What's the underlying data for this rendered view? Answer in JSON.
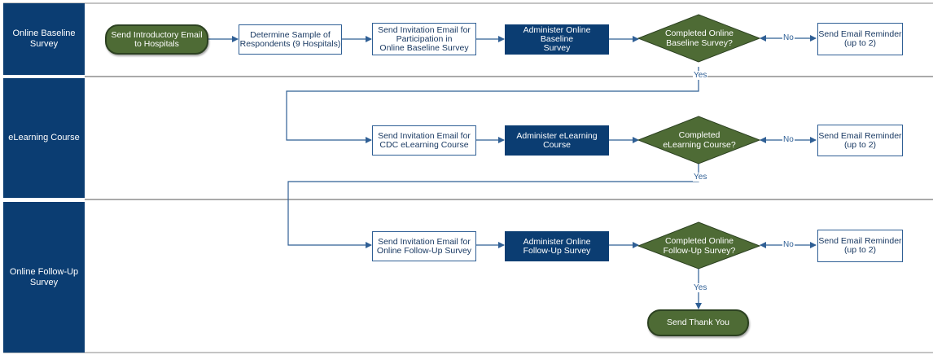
{
  "lanes": [
    {
      "label": "Online Baseline\nSurvey"
    },
    {
      "label": "eLearning Course"
    },
    {
      "label": "Online Follow-Up\nSurvey"
    }
  ],
  "nodes": {
    "start": "Send Introductory Email\nto Hospitals",
    "sample": "Determine Sample of\nRespondents (9 Hospitals)",
    "invite_baseline": "Send Invitation Email for\nParticipation in\nOnline Baseline Survey",
    "admin_baseline": "Administer Online Baseline\nSurvey",
    "decision_baseline": "Completed Online\nBaseline Survey?",
    "reminder_baseline": "Send Email Reminder\n(up to 2)",
    "invite_elearning": "Send Invitation Email for\nCDC eLearning Course",
    "admin_elearning": "Administer eLearning\nCourse",
    "decision_elearning": "Completed\neLearning Course?",
    "reminder_elearning": "Send Email Reminder\n(up to 2)",
    "invite_followup": "Send Invitation Email for\nOnline Follow-Up Survey",
    "admin_followup": "Administer Online\nFollow-Up Survey",
    "decision_followup": "Completed Online\nFollow-Up Survey?",
    "reminder_followup": "Send Email Reminder\n(up to 2)",
    "end": "Send Thank You"
  },
  "edge_labels": {
    "no_baseline": "No",
    "yes_baseline": "Yes",
    "no_elearning": "No",
    "yes_elearning": "Yes",
    "no_followup": "No",
    "yes_followup": "Yes"
  },
  "colors": {
    "lane": "#0b3d72",
    "connector": "#2f5f95",
    "decision": "#4e6b35",
    "terminal": "#4e6b35"
  }
}
